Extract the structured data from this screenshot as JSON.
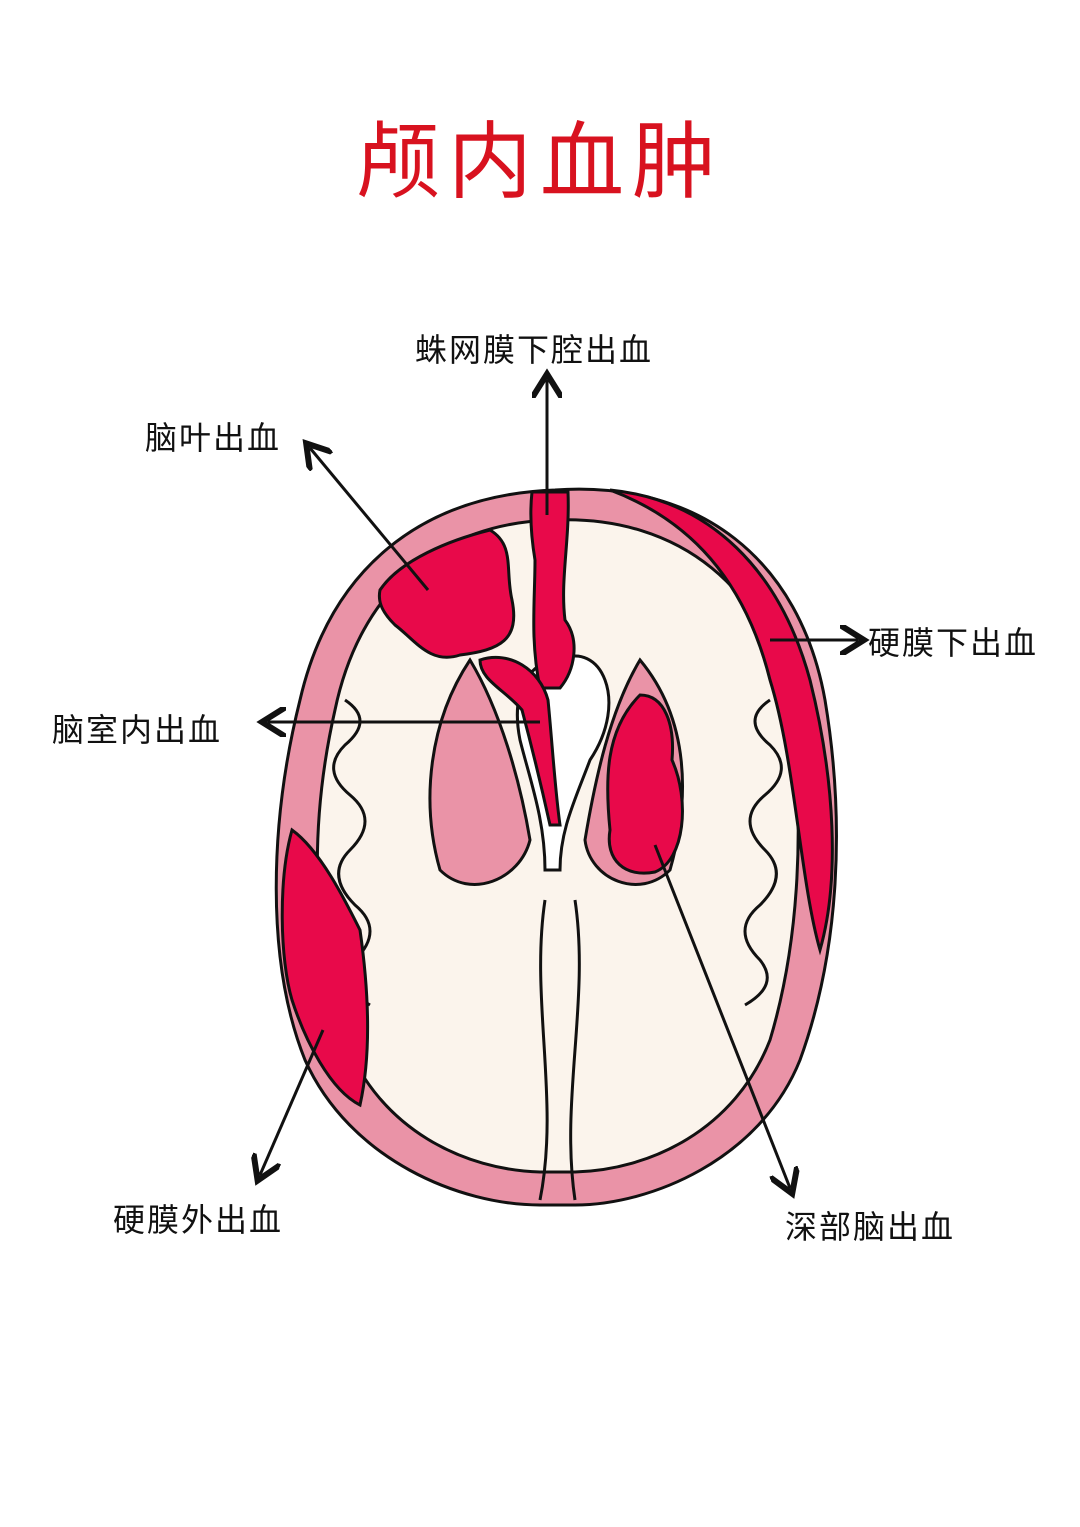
{
  "title": "颅内血肿",
  "labels": {
    "subarachnoid": "蛛网膜下腔出血",
    "lobar": "脑叶出血",
    "subdural": "硬膜下出血",
    "intraventricular": "脑室内出血",
    "epidural": "硬膜外出血",
    "deep": "深部脑出血"
  },
  "colors": {
    "hemorrhage": "#e8094a",
    "cortex": "#ea93a7",
    "white_matter": "#fbf4ec",
    "title": "#d8121f"
  }
}
